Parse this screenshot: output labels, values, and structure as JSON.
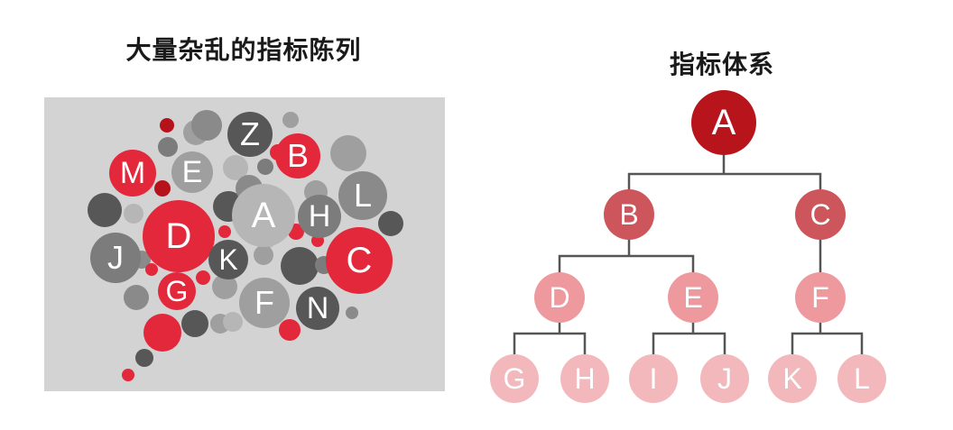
{
  "left_title": "大量杂乱的指标陈列",
  "right_title": "指标体系",
  "colors": {
    "panel_bg": "#d3d3d3",
    "red": "#e2283a",
    "dark_red": "#b5121b",
    "dark_gray": "#575757",
    "gray": "#7c7c7c",
    "light_gray": "#9f9f9f",
    "lighter_gray": "#b6b6b6",
    "tree_line": "#555555",
    "tree_root": "#b8141c",
    "tree_level2": "#cd565c",
    "tree_level3": "#ee999e",
    "tree_level4": "#f2b8bb"
  },
  "bubbles": {
    "labels": [
      "M",
      "E",
      "Z",
      "B",
      "L",
      "D",
      "A",
      "H",
      "J",
      "K",
      "C",
      "G",
      "F",
      "N"
    ]
  },
  "tree": {
    "root": "A",
    "level2": [
      "B",
      "C"
    ],
    "level3": [
      "D",
      "E",
      "F"
    ],
    "level4": [
      "G",
      "H",
      "I",
      "J",
      "K",
      "L"
    ]
  }
}
